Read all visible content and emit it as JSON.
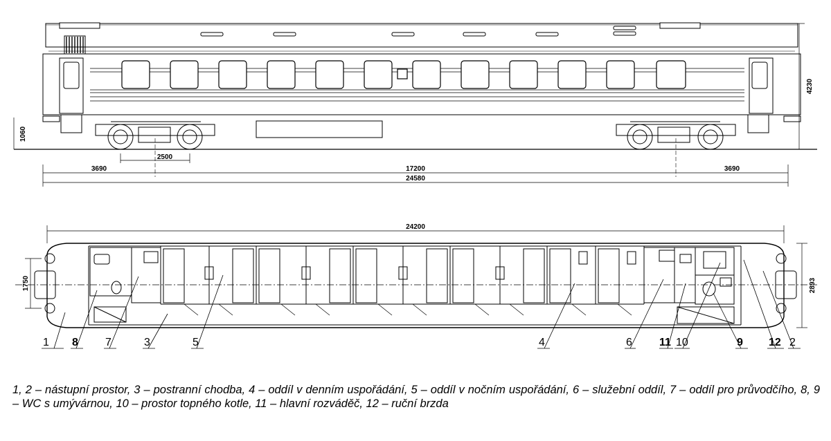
{
  "side_view": {
    "dims": {
      "wheel_height": "1060",
      "bogie_base": "2500",
      "left_overhang": "3690",
      "bogie_centres": "17200",
      "right_overhang": "3690",
      "length_buffers": "24580",
      "height": "4230"
    }
  },
  "plan_view": {
    "dims": {
      "body_length": "24200",
      "buffer_width": "1750",
      "body_width": "2893"
    },
    "callouts": [
      {
        "label": "1",
        "bold": false
      },
      {
        "label": "8",
        "bold": true
      },
      {
        "label": "7",
        "bold": false
      },
      {
        "label": "3",
        "bold": false
      },
      {
        "label": "5",
        "bold": false
      },
      {
        "label": "4",
        "bold": false
      },
      {
        "label": "6",
        "bold": false
      },
      {
        "label": "11",
        "bold": true
      },
      {
        "label": "10",
        "bold": false
      },
      {
        "label": "9",
        "bold": true
      },
      {
        "label": "12",
        "bold": true
      },
      {
        "label": "2",
        "bold": false
      }
    ]
  },
  "caption": {
    "text": "1, 2 – nástupní prostor, 3 – postranní chodba, 4 – oddíl v denním uspořádání, 5 – oddíl v nočním uspořádání, 6 – služební oddíl, 7 – oddíl pro průvodčího, 8, 9 – WC s umývárnou, 10 – prostor topného kotle, 11 – hlavní rozváděč, 12 – ruční brzda"
  }
}
